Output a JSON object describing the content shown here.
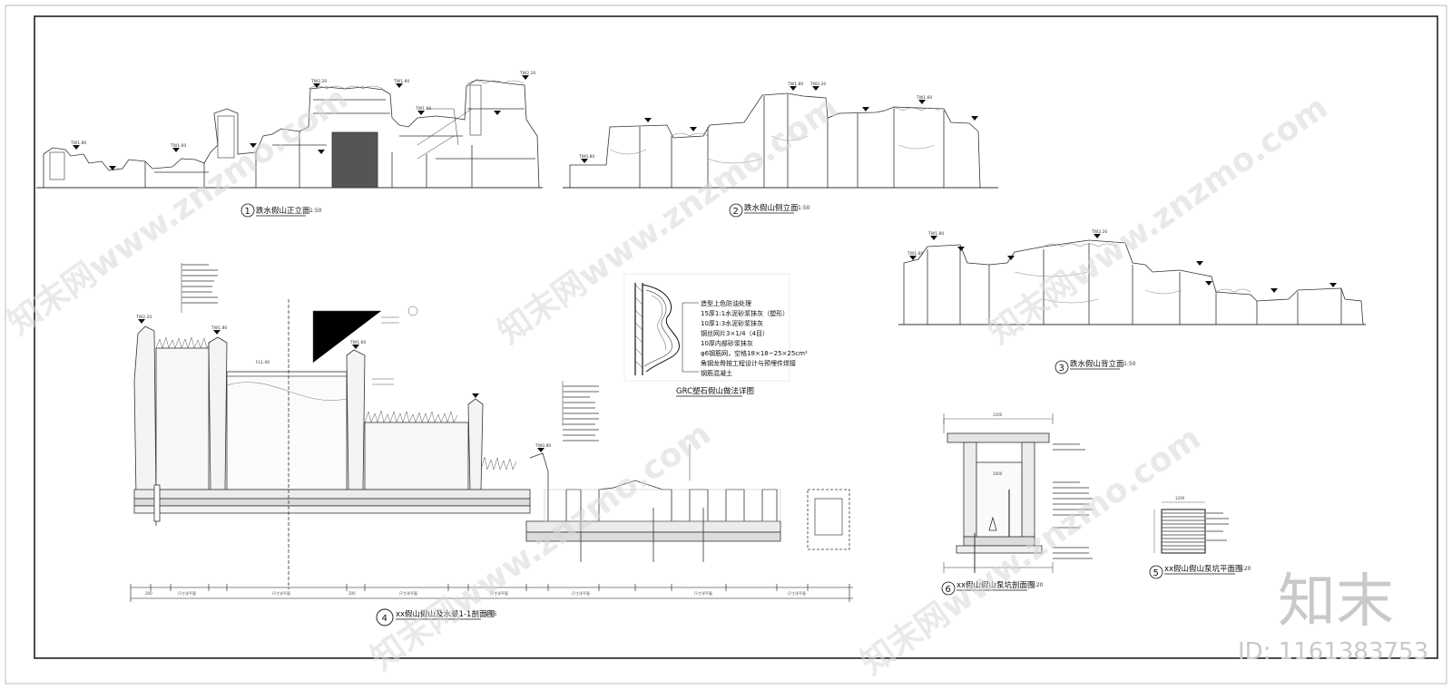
{
  "drawing": {
    "views": [
      {
        "num": "1",
        "title": "跌水假山正立面",
        "scale": "1:50"
      },
      {
        "num": "2",
        "title": "跌水假山侧立面",
        "scale": "1:50"
      },
      {
        "num": "3",
        "title": "跌水假山背立面",
        "scale": "1:50"
      },
      {
        "num": "4",
        "title": "xx假山假山及水景1-1剖面图",
        "scale": "1:15"
      },
      {
        "num": "5",
        "title": "xx假山假山泵坑平面图",
        "scale": "1:20"
      },
      {
        "num": "6",
        "title": "xx假山假山泵坑剖面图",
        "scale": "1:20"
      }
    ],
    "level_marks": {
      "main": "TW2.20",
      "a": "TW1.80",
      "b": "TW1.60",
      "c": "TW0.80",
      "d": "FL1.40"
    },
    "grc_detail": {
      "title": "GRC塑石假山做法详图",
      "layers": [
        "造型上色防油处理",
        "15厚1:1水泥砂浆抹灰（塑形）",
        "10厚1:3水泥砂浆抹灰",
        "钢丝网片3×1/4（4目）",
        "10厚内部砂浆抹灰",
        "φ6钢筋网，空格18×18~25×25cm²",
        "角钢龙骨按工程设计与预埋件焊接",
        "钢筋混凝土"
      ]
    },
    "dims": {
      "d1": "200",
      "d2": "尺寸详平面",
      "d3": "1200",
      "d4": "1000"
    }
  },
  "watermark": {
    "brand": "知末",
    "id": "ID: 1161383753",
    "repeat": "知末网www.znzmo.com"
  }
}
